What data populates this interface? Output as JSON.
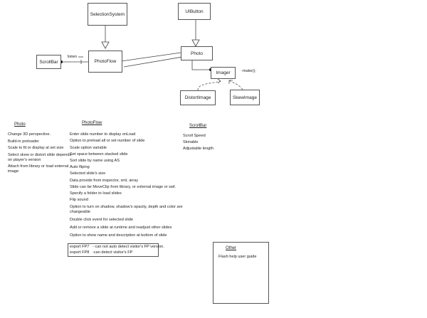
{
  "nodes": {
    "selection_system": "SelectionSystem",
    "uibutton": "UIButton",
    "scrollbar": "ScrollBar",
    "photoflow": "PhotoFlow",
    "photo": "Photo",
    "imager": "Imager",
    "distort_image": "DistortImage",
    "skew_image": "SkewImage"
  },
  "edge_labels": {
    "listen": "listen",
    "make": "-make();"
  },
  "photo_panel": {
    "title": "Photo",
    "items": [
      "Change 3D perspective.",
      "Build-in preloader",
      "Scale to fit or display at set size",
      "Select skew or distort slide depends on player's version",
      "Attach from library or load external image"
    ]
  },
  "photoflow_panel": {
    "title": "PhotoFlow",
    "items": [
      "Enter slide number to display onLoad",
      "Option to preload all or set number of slide",
      "Scale option variable",
      "Set space between stacked slide",
      "Sort slide by name using AS",
      "Auto fliping",
      "Selected slide's size",
      "Data provide from inspector, xml, array",
      "Slide can be MoveClip from library, or external image or swf.",
      "Specify a folder to load slides",
      "Flip sound",
      "Option to turn on shadow, shadow's opacity, depth and color are changeable",
      "Double click event for selected slide",
      "Add or remove a slide at runtime and readjust other slides",
      "Option to show name and description at bottom of slide"
    ],
    "export_box": [
      {
        "key": "export FP7",
        "value": "- can not auto detect visitor's FP version."
      },
      {
        "key": "export FP8",
        "value": "-can detect visitor's FP"
      }
    ]
  },
  "scrollbar_panel": {
    "title": "ScrollBar",
    "items": [
      "Scroll Speed",
      "Skinable",
      "Adjustable length"
    ]
  },
  "other_panel": {
    "title": "Other",
    "items": [
      "Flash help user guide"
    ]
  }
}
